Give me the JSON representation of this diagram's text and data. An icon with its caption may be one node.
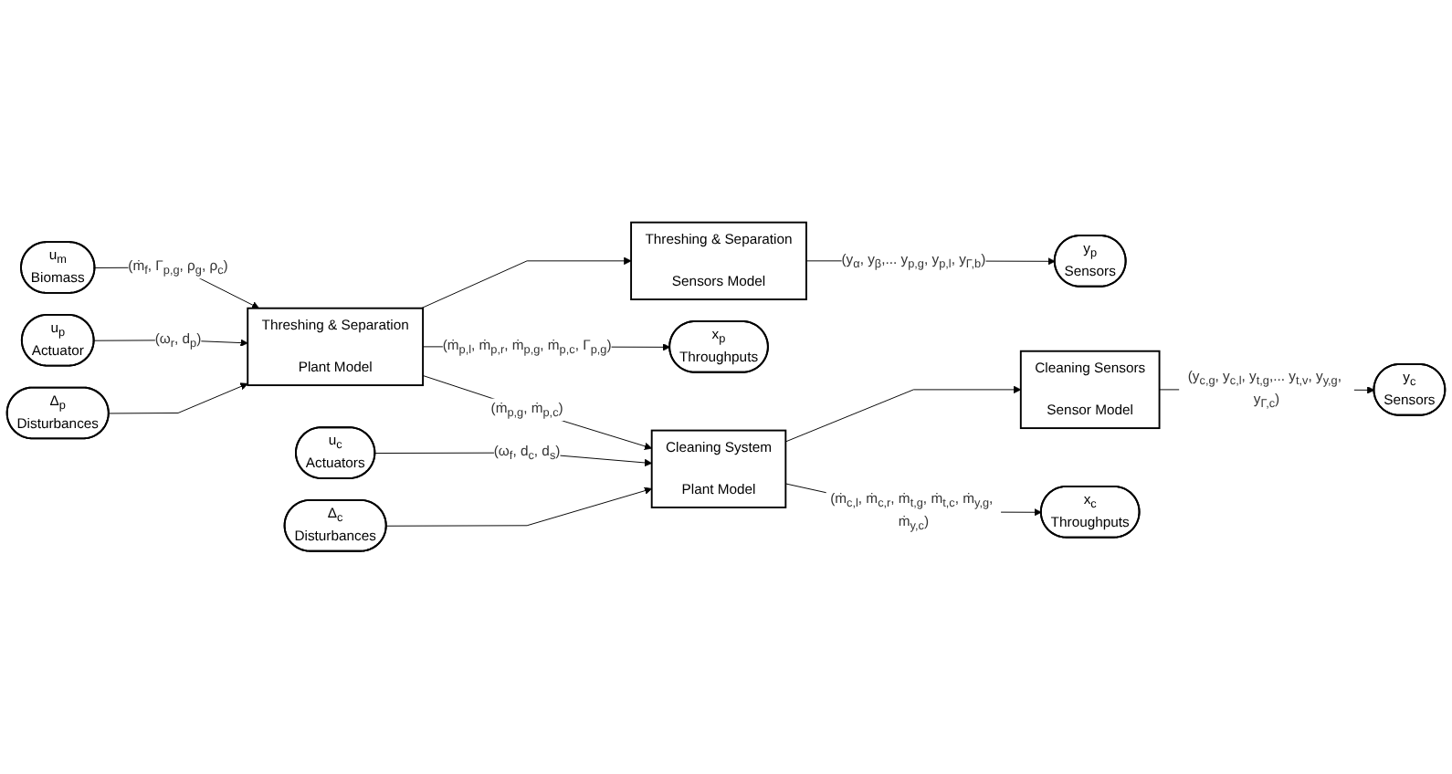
{
  "diagram": {
    "nodes": [
      {
        "text": [
          "u$_{m}$",
          "Biomass"
        ]
      },
      {
        "text": [
          "u$_{p}$",
          "Actuator"
        ]
      },
      {
        "text": [
          "Δ$_{p}$",
          "Disturbances"
        ]
      },
      {
        "text": [
          "Threshing & Separation",
          "Plant Model"
        ]
      },
      {
        "text": [
          "Threshing & Separation",
          "Sensors Model"
        ]
      },
      {
        "text": [
          "x$_{p}$",
          "Throughputs"
        ]
      },
      {
        "text": [
          "y$_{p}$",
          "Sensors"
        ]
      },
      {
        "text": [
          "u$_{c}$",
          "Actuators"
        ]
      },
      {
        "text": [
          "Δ$_{c}$",
          "Disturbances"
        ]
      },
      {
        "text": [
          "Cleaning System",
          "Plant Model"
        ]
      },
      {
        "text": [
          "Cleaning Sensors",
          "Sensor Model"
        ]
      },
      {
        "text": [
          "x$_{c}$",
          "Throughputs"
        ]
      },
      {
        "text": [
          "y$_{c}$",
          "Sensors"
        ]
      }
    ],
    "edges": [
      {
        "from": 0,
        "to": 3,
        "arrow": "to",
        "label": "(ṁ$_{f}$, Γ$_{p,g}$, ρ$_{g}$, ρ$_{c}$)"
      },
      {
        "from": 1,
        "to": 3,
        "arrow": "to",
        "label": "(ω$_{r}$, d$_{p}$)"
      },
      {
        "from": 2,
        "to": 3,
        "arrow": "to"
      },
      {
        "from": 3,
        "to": 5,
        "arrow": "to",
        "label": "(ṁ$_{p,l}$, ṁ$_{p,r}$, ṁ$_{p,g}$, ṁ$_{p,c}$, Γ$_{p,g}$)"
      },
      {
        "from": 3,
        "to": 4,
        "arrow": "to"
      },
      {
        "from": 4,
        "to": 6,
        "arrow": "to",
        "label": "(y$_{α}$, y$_{β}$,... y$_{p,g}$, y$_{p,l}$, y$_{Γ,b}$)"
      },
      {
        "from": 3,
        "to": 9,
        "arrow": "to",
        "label": "(ṁ$_{p,g}$, ṁ$_{p,c}$)"
      },
      {
        "from": 7,
        "to": 9,
        "arrow": "to",
        "label": "(ω$_{f}$, d$_{c}$, d$_{s}$)"
      },
      {
        "from": 8,
        "to": 9,
        "arrow": "to"
      },
      {
        "from": 9,
        "to": 11,
        "arrow": "to",
        "label": "(ṁ$_{c,l}$, ṁ$_{c,r}$, ṁ$_{t,g}$, ṁ$_{t,c}$, ṁ$_{y,g}$, ṁ$_{y,c}$)"
      },
      {
        "from": 9,
        "to": 10,
        "arrow": "to"
      },
      {
        "from": 10,
        "to": 12,
        "arrow": "to",
        "label": "(y$_{c,g}$, y$_{c,l}$, y$_{t,g}$,... y$_{t,v}$, y$_{y,g}$, y$_{Γ,c}$)"
      }
    ]
  }
}
